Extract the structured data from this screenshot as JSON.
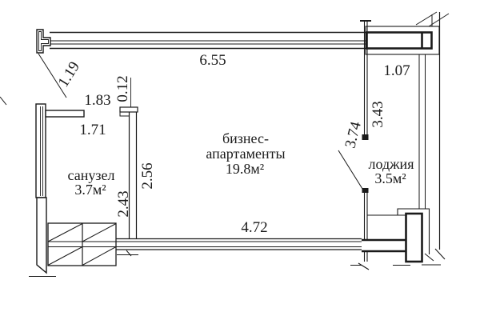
{
  "rooms": {
    "bathroom": {
      "name": "санузел",
      "area": "3.7м²"
    },
    "apartment": {
      "name_line1": "бизнес-",
      "name_line2": "апартаменты",
      "area": "19.8м²"
    },
    "loggia": {
      "name": "лоджия",
      "area": "3.5м²"
    }
  },
  "dimensions": {
    "top_wall_length": "6.55",
    "entry_offset": "1.19",
    "bathroom_outer_width": "1.83",
    "partition_thickness": "0.12",
    "bathroom_inner_width": "1.71",
    "room_left_depth": "2.56",
    "bathroom_depth": "2.43",
    "bottom_wall_length": "4.72",
    "loggia_top_width": "1.07",
    "loggia_glazing_length": "3.43",
    "room_right_depth": "3.74"
  }
}
